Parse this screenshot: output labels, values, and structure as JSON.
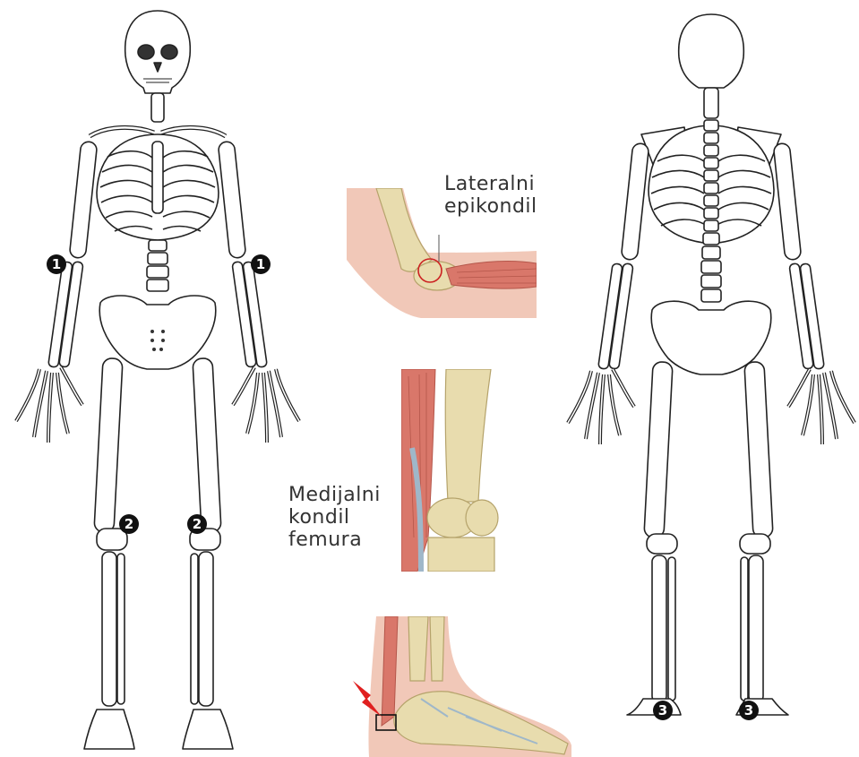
{
  "callouts": {
    "lateral": {
      "line1": "Lateralni",
      "line2": "epikondil"
    },
    "medial": {
      "line1": "Medijalni",
      "line2": "kondil",
      "line3": "femura"
    }
  },
  "markers": {
    "one": "1",
    "two": "2",
    "three": "3"
  },
  "colors": {
    "bone_outline": "#222222",
    "marker_fill": "#111111",
    "muscle": "#d9776a",
    "skin": "#f1c8b8",
    "bone_tan": "#e8dcae",
    "highlight_circle": "#cc2222",
    "pain_bolt": "#e02020"
  },
  "icons": {
    "pain": "lightning-bolt-icon"
  }
}
